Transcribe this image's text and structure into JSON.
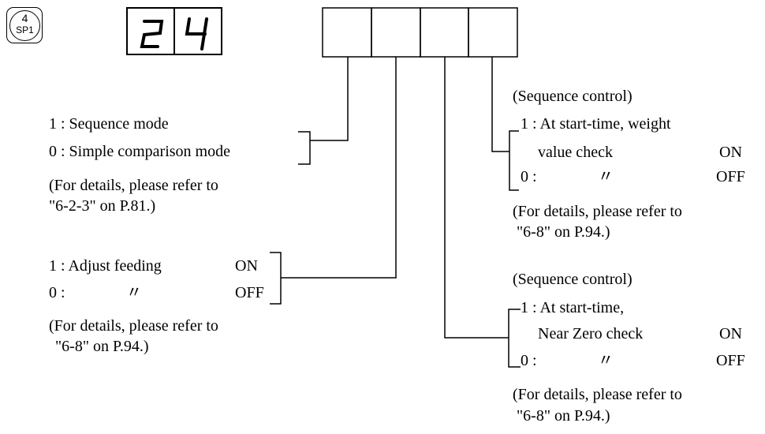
{
  "key_button": {
    "number": "4",
    "label": "SP1"
  },
  "display": {
    "digits": [
      "2",
      "4"
    ]
  },
  "switches": {
    "count": 4
  },
  "desc": {
    "seq_mode": {
      "line1": "1 : Sequence mode",
      "line2": "0 : Simple comparison mode",
      "ref1": "(For details, please refer to",
      "ref2": "\"6-2-3\" on P.81.)"
    },
    "adjust_feeding": {
      "line1": "1 : Adjust feeding",
      "line1_state": "ON",
      "line2": "0 :",
      "line2_ditto": "〃",
      "line2_state": "OFF",
      "ref1": "(For details, please refer to",
      "ref2": "\"6-8\" on P.94.)"
    },
    "near_zero": {
      "heading": "(Sequence control)",
      "line1": "1 : At start-time,",
      "line2": "Near Zero check",
      "line2_state": "ON",
      "line3": "0 :",
      "line3_ditto": "〃",
      "line3_state": "OFF",
      "ref1": "(For details, please refer to",
      "ref2": "\"6-8\" on P.94.)"
    },
    "weight_check": {
      "heading": "(Sequence control)",
      "line1": "1 : At start-time, weight",
      "line2": "value check",
      "line2_state": "ON",
      "line3": "0 :",
      "line3_ditto": "〃",
      "line3_state": "OFF",
      "ref1": "(For details, please refer to",
      "ref2": "\"6-8\" on P.94.)"
    }
  }
}
